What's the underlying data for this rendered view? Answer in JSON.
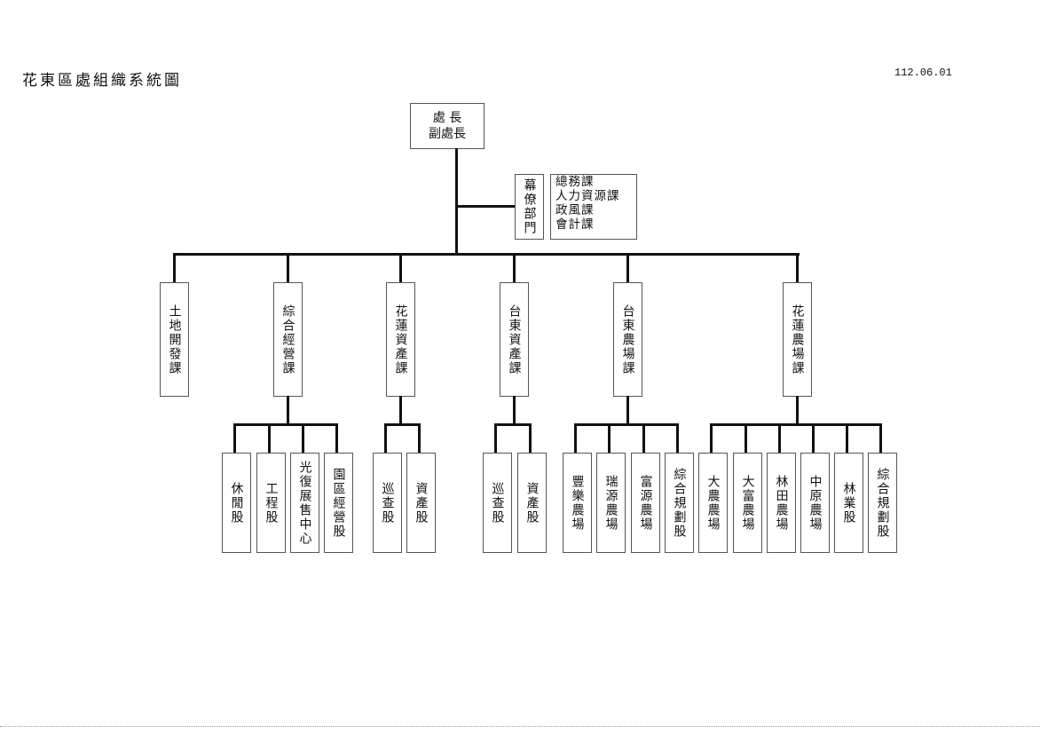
{
  "header": {
    "title": "花東區處組織系統圖",
    "date": "112.06.01"
  },
  "top": {
    "line1": "處 長",
    "line2": "副處長"
  },
  "staff": {
    "label": "幕僚部門",
    "units": [
      "總務課",
      "人力資源課",
      "政風課",
      "會計課"
    ]
  },
  "sections": [
    {
      "label": "土地開發課",
      "subs": []
    },
    {
      "label": "綜合經營課",
      "subs": [
        "休閒股",
        "工程股",
        "光復展售中心",
        "園區經營股"
      ]
    },
    {
      "label": "花蓮資產課",
      "subs": [
        "巡查股",
        "資產股"
      ]
    },
    {
      "label": "台東資產課",
      "subs": [
        "巡查股",
        "資產股"
      ]
    },
    {
      "label": "台東農場課",
      "subs": [
        "豐樂農場",
        "瑞源農場",
        "富源農場",
        "綜合規劃股"
      ]
    },
    {
      "label": "花蓮農場課",
      "subs": [
        "大農農場",
        "大富農場",
        "林田農場",
        "中原農場",
        "林業股",
        "綜合規劃股"
      ]
    }
  ]
}
